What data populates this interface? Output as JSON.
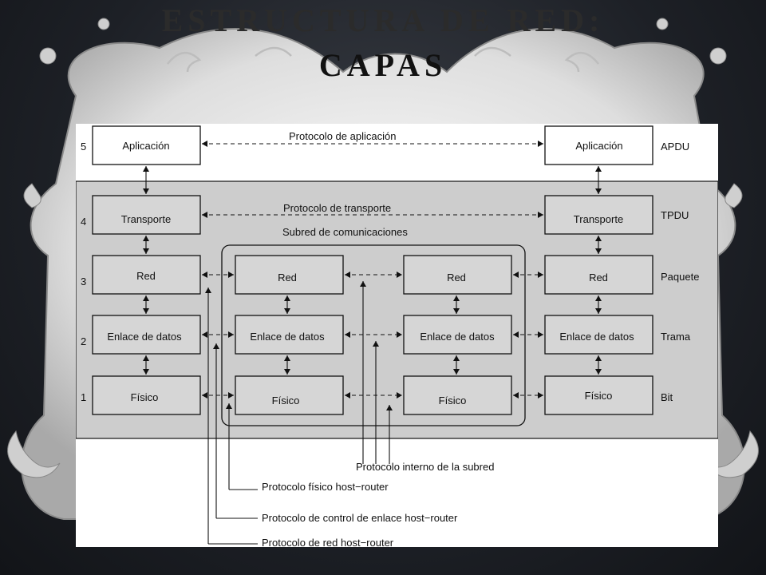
{
  "title": {
    "line1": "ESTRUCTURA DE RED:",
    "line2": "CAPAS"
  },
  "diagram": {
    "layer_numbers": [
      "5",
      "4",
      "3",
      "2",
      "1"
    ],
    "units": [
      "APDU",
      "TPDU",
      "Paquete",
      "Trama",
      "Bit"
    ],
    "host_left": [
      "Aplicación",
      "Transporte",
      "Red",
      "Enlace de datos",
      "Físico"
    ],
    "host_right": [
      "Aplicación",
      "Transporte",
      "Red",
      "Enlace de datos",
      "Físico"
    ],
    "router_a": [
      "Red",
      "Enlace de datos",
      "Físico"
    ],
    "router_b": [
      "Red",
      "Enlace de datos",
      "Físico"
    ],
    "protocols": {
      "application": "Protocolo de aplicación",
      "transport": "Protocolo de transporte",
      "subnet": "Subred de comunicaciones",
      "internal": "Protocolo interno de la subred",
      "physical": "Protocolo físico host−router",
      "link": "Protocolo de control de enlace host−router",
      "network": "Protocolo de red host−router"
    }
  }
}
